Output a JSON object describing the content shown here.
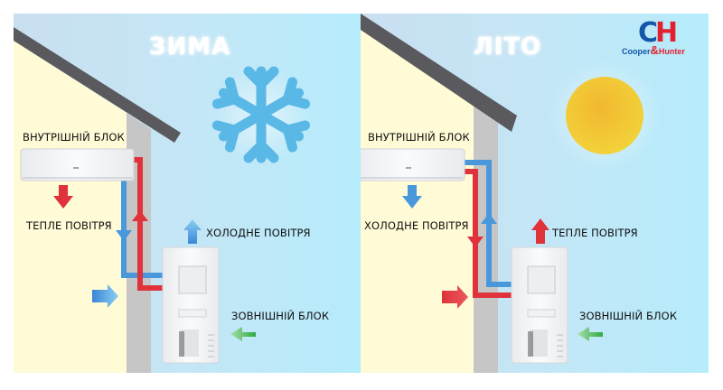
{
  "logo": {
    "letter_c": "C",
    "letter_h": "H",
    "word1": "Cooper",
    "ampersand": "&",
    "word2": "Hunter",
    "colors": {
      "blue": "#1656a8",
      "red": "#e3202f"
    }
  },
  "winter": {
    "title": "ЗИМА",
    "indoor_unit_label": "ВНУТРІШНІЙ БЛОК",
    "indoor_air_label": "ТЕПЛЕ ПОВІТРЯ",
    "outdoor_air_label": "ХОЛОДНЕ ПОВІТРЯ",
    "outdoor_unit_label": "ЗОВНІШНІЙ БЛОК",
    "weather_icon": "snowflake-icon"
  },
  "summer": {
    "title": "ЛІТО",
    "indoor_unit_label": "ВНУТРІШНІЙ БЛОК",
    "indoor_air_label": "ХОЛОДНЕ ПОВІТРЯ",
    "outdoor_air_label": "ТЕПЛЕ ПОВІТРЯ",
    "outdoor_unit_label": "ЗОВНІШНІЙ БЛОК",
    "weather_icon": "sun-icon"
  },
  "colors": {
    "hot": "#e0323a",
    "cold": "#4a98dc",
    "intake": "#3cb04a",
    "wall_inside": "#fffbd6",
    "wall": "#c6c6c6",
    "roof": "#5a5a5e",
    "sky": "#bfe8f8",
    "sun": "#f2b830"
  }
}
